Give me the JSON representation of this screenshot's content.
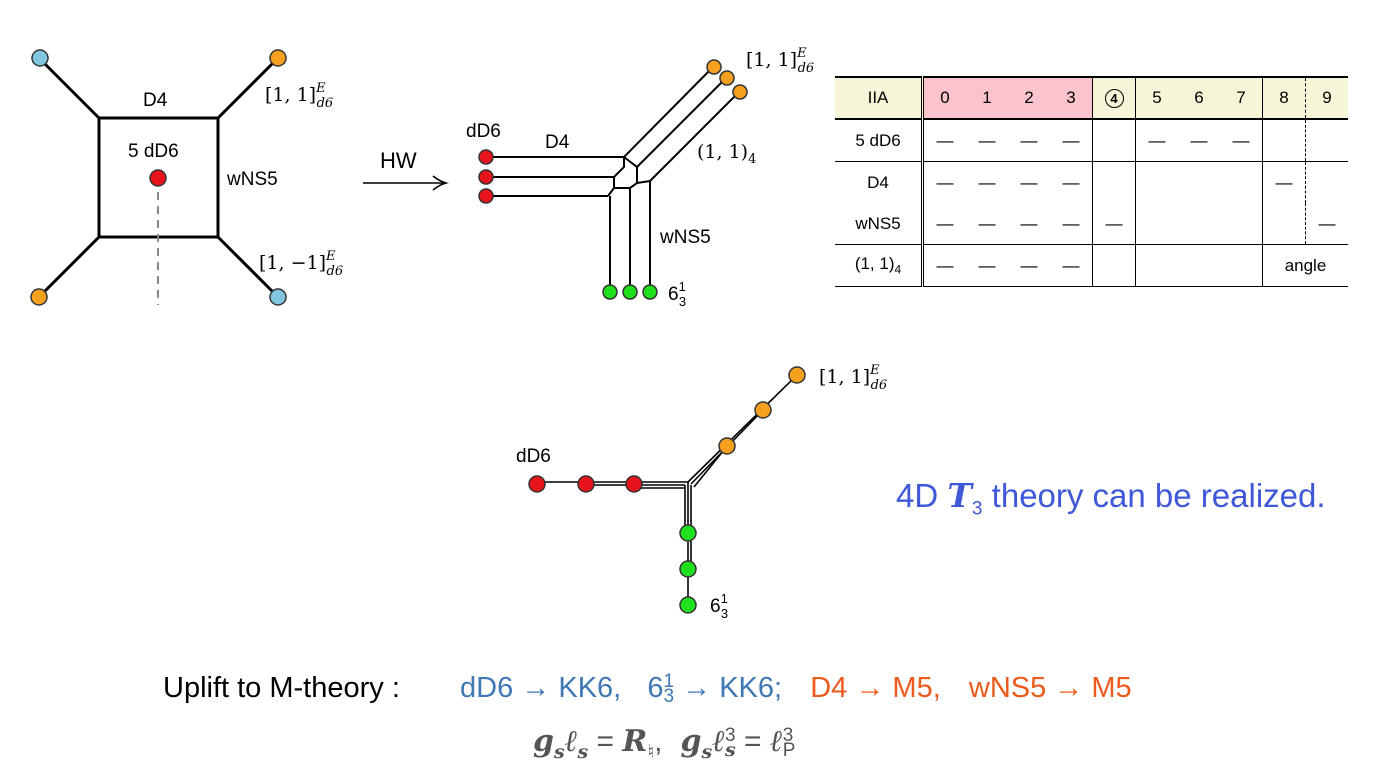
{
  "diagram1": {
    "labels": {
      "d4": "D4",
      "dd6": "5 dD6",
      "wns5": "wNS5",
      "e11": "[1, 1]",
      "e1m1": "[1, −1]",
      "sup_e": "E",
      "sub_d6": "d6"
    }
  },
  "arrow": {
    "label": "HW"
  },
  "diagram2": {
    "labels": {
      "dd6": "dD6",
      "d4": "D4",
      "wns5": "wNS5",
      "one_one_4": "(1, 1)",
      "sub_4": "4",
      "e11": "[1, 1]",
      "sup_e": "E",
      "sub_d6": "d6",
      "six": "6",
      "six_sub": "3",
      "six_sup": "1"
    }
  },
  "diagram3": {
    "labels": {
      "dd6": "dD6",
      "e11": "[1, 1]",
      "sup_e": "E",
      "sub_d6": "d6",
      "six": "6",
      "six_sub": "3",
      "six_sup": "1"
    }
  },
  "table": {
    "head": "IIA",
    "columns": [
      "0",
      "1",
      "2",
      "3",
      "4",
      "5",
      "6",
      "7",
      "8",
      "9"
    ],
    "rows": [
      {
        "name": "5 dD6",
        "cells": [
          "—",
          "—",
          "—",
          "—",
          "",
          "—",
          "—",
          "—",
          "",
          ""
        ]
      },
      {
        "name": "D4",
        "cells": [
          "—",
          "—",
          "—",
          "—",
          "",
          "",
          "",
          "",
          "—",
          ""
        ]
      },
      {
        "name": "wNS5",
        "cells": [
          "—",
          "—",
          "—",
          "—",
          "—",
          "",
          "",
          "",
          "",
          "—"
        ]
      },
      {
        "name": "(1, 1)",
        "name_sub": "4",
        "cells": [
          "—",
          "—",
          "—",
          "—",
          "",
          "",
          "",
          "",
          "angle",
          ""
        ]
      }
    ]
  },
  "t3": {
    "prefix": "4D ",
    "symbol": "T",
    "sub": "3",
    "suffix": " theory can be realized."
  },
  "uplift": {
    "label": "Uplift to M-theory :",
    "m1_left": "dD6",
    "m1_right": "KK6,",
    "m2_base": "6",
    "m2_sub": "3",
    "m2_sup": "1",
    "m2_right": "KK6;",
    "m3_left": "D4",
    "m3_right": "M5,",
    "m4_left": "wNS5",
    "m4_right": "M5",
    "arrow": "→"
  },
  "relation": {
    "g": "g",
    "s": "s",
    "l": "ℓ",
    "eq": " = ",
    "R": "R",
    "natural": "♮",
    "comma": ",",
    "cube": "3",
    "P": "P"
  },
  "colors": {
    "red": "#e8141b",
    "orange": "#f5a01e",
    "light_blue": "#82c6e2",
    "green": "#1fe01f",
    "text_blue": "#3f58d8",
    "text_steel": "#3f78b4",
    "text_orange": "#ec5a1c",
    "header_pink": "#fbc3cc",
    "header_cream": "#f6f5d8"
  }
}
